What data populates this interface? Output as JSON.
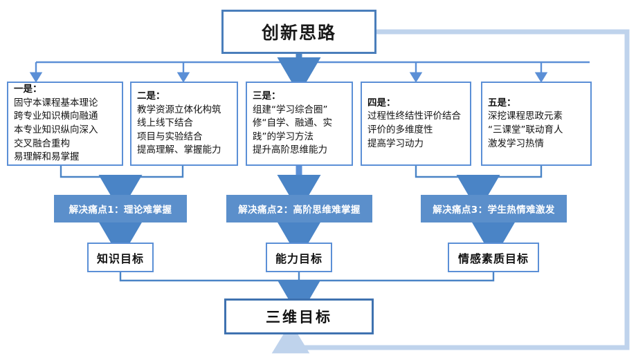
{
  "diagram": {
    "title": "创新思路",
    "final_goal": "三维目标",
    "accent_color": "#5B8FD6",
    "bar_color": "#5B8FCB",
    "feedback_color": "#BFD3EC",
    "ideas": [
      {
        "head": "一是：",
        "lines": [
          "固守本课程基本理论",
          "跨专业知识横向融通",
          "本专业知识纵向深入",
          "交叉融合重构",
          "易理解和易掌握"
        ]
      },
      {
        "head": "二是：",
        "lines": [
          "教学资源立体化构筑",
          "线上线下结合",
          "项目与实验结合",
          "提高理解、掌握能力"
        ]
      },
      {
        "head": "三是：",
        "lines": [
          "组建“学习综合圈”",
          "修“自学、融通、实",
          "践”的学习方法",
          "提升高阶思维能力"
        ]
      },
      {
        "head": "四是：",
        "lines": [
          "过程性终结性评价结合",
          "评价的多维度性",
          "提高学习动力"
        ]
      },
      {
        "head": "五是：",
        "lines": [
          "深挖课程思政元素",
          "“三课堂”联动育人",
          "激发学习热情"
        ]
      }
    ],
    "pain_points": [
      "解决痛点1：理论难掌握",
      "解决痛点2：高阶思维难掌握",
      "解决痛点3：学生热情难激发"
    ],
    "goals": [
      "知识目标",
      "能力目标",
      "情感素质目标"
    ]
  }
}
